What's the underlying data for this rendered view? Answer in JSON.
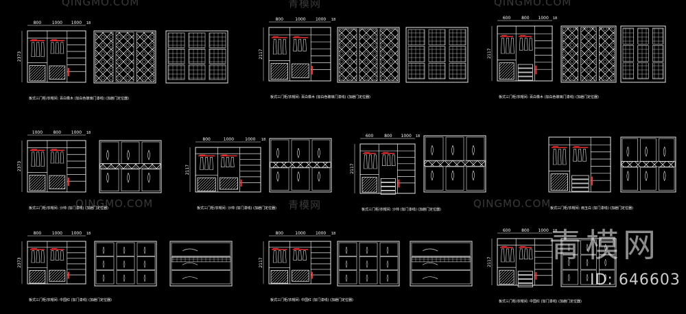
{
  "watermark": {
    "site": "QINGMO.COM",
    "site_cn": "青模网",
    "logo_cn": "青模网",
    "id_label": "ID: 646603"
  },
  "drawings": [
    {
      "dims_top": [
        "800",
        "1000",
        "1000",
        "18"
      ],
      "height": "2373",
      "caption": "板式三门柜/衣帽间: 百白橡木 (加白色玻璃门漆线) (加趟门定位器)"
    },
    {
      "dims_top": [
        "800",
        "1000",
        "1000",
        "18"
      ],
      "height": "2117",
      "caption": "板式三门柜/衣帽间: 百白橡木 (加白色玻璃门漆线) (加趟门定位器)"
    },
    {
      "dims_top": [
        "600",
        "800",
        "1000",
        "18"
      ],
      "height": "2117",
      "caption": "板式三门柜/衣帽间: 百白橡木 (加白色玻璃门漆线) (加趟门定位器)"
    },
    {
      "dims_top": [
        "1000",
        "800",
        "1000",
        "18"
      ],
      "height": "2373",
      "caption": "板式三门柜/衣帽间: 沙帅 (加门漆线) (加趟门定位器)"
    },
    {
      "dims_top": [
        "800",
        "1000",
        "1000",
        "18"
      ],
      "height": "2117",
      "caption": "板式三门柜/衣帽间: 沙帅 (加门漆线) (加趟门定位器)"
    },
    {
      "dims_top": [
        "600",
        "800",
        "1000",
        "18"
      ],
      "height": "2117",
      "caption": "板式三门柜/衣帽间: 沙帅 (加门漆线) (加趟门定位器)"
    },
    {
      "dims_top": [],
      "height": "",
      "caption": "板式三门柜/衣帽间: 雨玉白 (加门漆线) (加趟门定位器)"
    },
    {
      "dims_top": [
        "800",
        "1000",
        "1000",
        "18"
      ],
      "height": "2373",
      "caption": "板式三门柜/衣帽间: 中国红 (加门漆线) (加趟门定位器)"
    },
    {
      "dims_top": [
        "800",
        "1000",
        "1000",
        "18"
      ],
      "height": "2117",
      "caption": "板式三门柜/衣帽间: 中国红 (加门漆线) (加趟门定位器)"
    },
    {
      "dims_top": [
        "600",
        "800",
        "1000",
        "18"
      ],
      "height": "2117",
      "caption": "板式三门柜/衣帽间: 中国红 (加门漆线) (加趟门定位器)"
    }
  ],
  "colors": {
    "background": "#000000",
    "line": "#e8e8e8",
    "hanger": "#ff3030",
    "dim": "#ffffff"
  }
}
